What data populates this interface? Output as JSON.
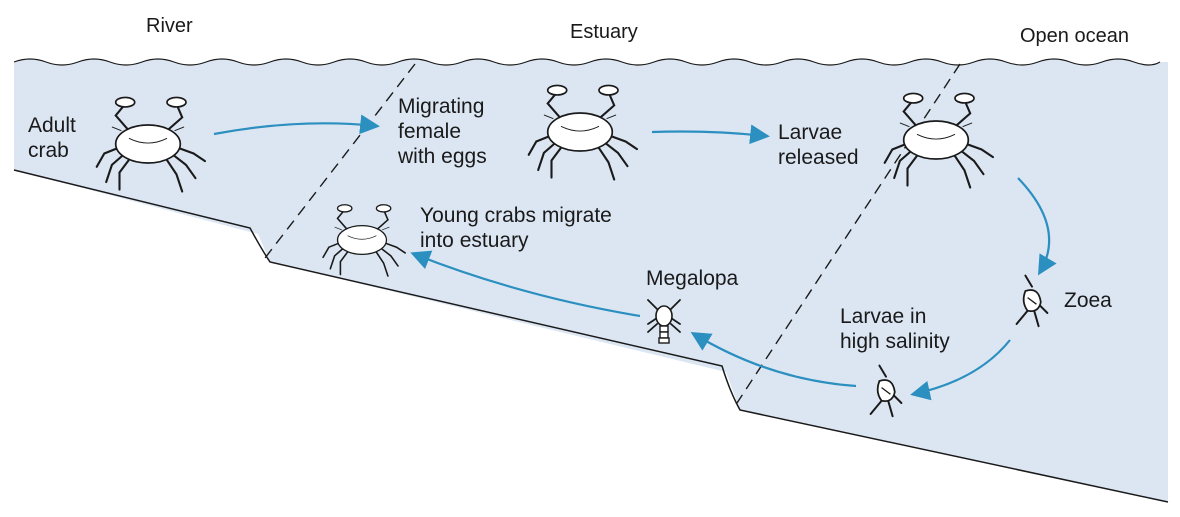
{
  "zones": {
    "river": "River",
    "estuary": "Estuary",
    "ocean": "Open ocean"
  },
  "labels": {
    "adult_crab_1": "Adult",
    "adult_crab_2": "crab",
    "migrating_1": "Migrating",
    "migrating_2": "female",
    "migrating_3": "with eggs",
    "larvae_released_1": "Larvae",
    "larvae_released_2": "released",
    "zoea": "Zoea",
    "high_salinity_1": "Larvae in",
    "high_salinity_2": "high salinity",
    "megalopa": "Megalopa",
    "young_crabs_1": "Young crabs migrate",
    "young_crabs_2": "into estuary"
  },
  "colors": {
    "water": "#dce6f3",
    "arrow": "#2b8fbf",
    "ink": "#1a1a1a",
    "crab_body": "#ffffff"
  },
  "icons": [
    "adult-crab-icon",
    "migrating-female-crab-icon",
    "released-crab-icon",
    "zoea-larva-icon",
    "high-salinity-larva-icon",
    "megalopa-icon",
    "young-crab-icon"
  ]
}
